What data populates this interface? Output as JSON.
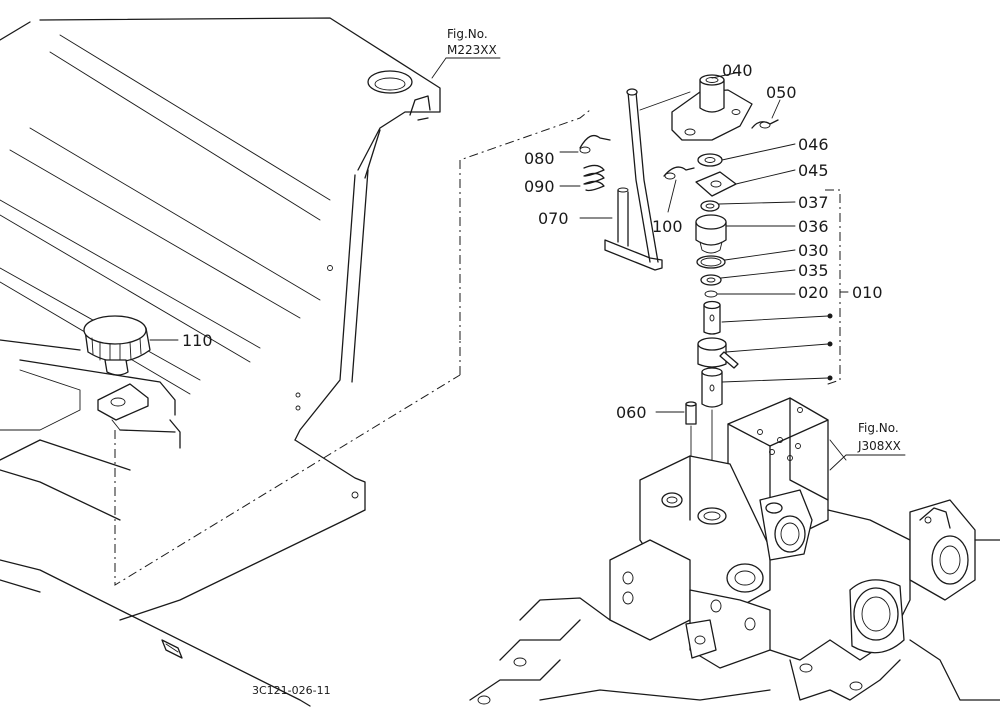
{
  "figure_refs": [
    {
      "line1": "Fig.No.",
      "line2": "M223XX"
    },
    {
      "line1": "Fig.No.",
      "line2": "J308XX"
    }
  ],
  "part_labels": {
    "p040": "040",
    "p050": "050",
    "p046": "046",
    "p045": "045",
    "p080": "080",
    "p090": "090",
    "p100": "100",
    "p070": "070",
    "p037": "037",
    "p036": "036",
    "p030": "030",
    "p035": "035",
    "p020": "020",
    "p010": "010",
    "p060": "060",
    "p110": "110"
  },
  "drawing_code": "3C121-026-11"
}
